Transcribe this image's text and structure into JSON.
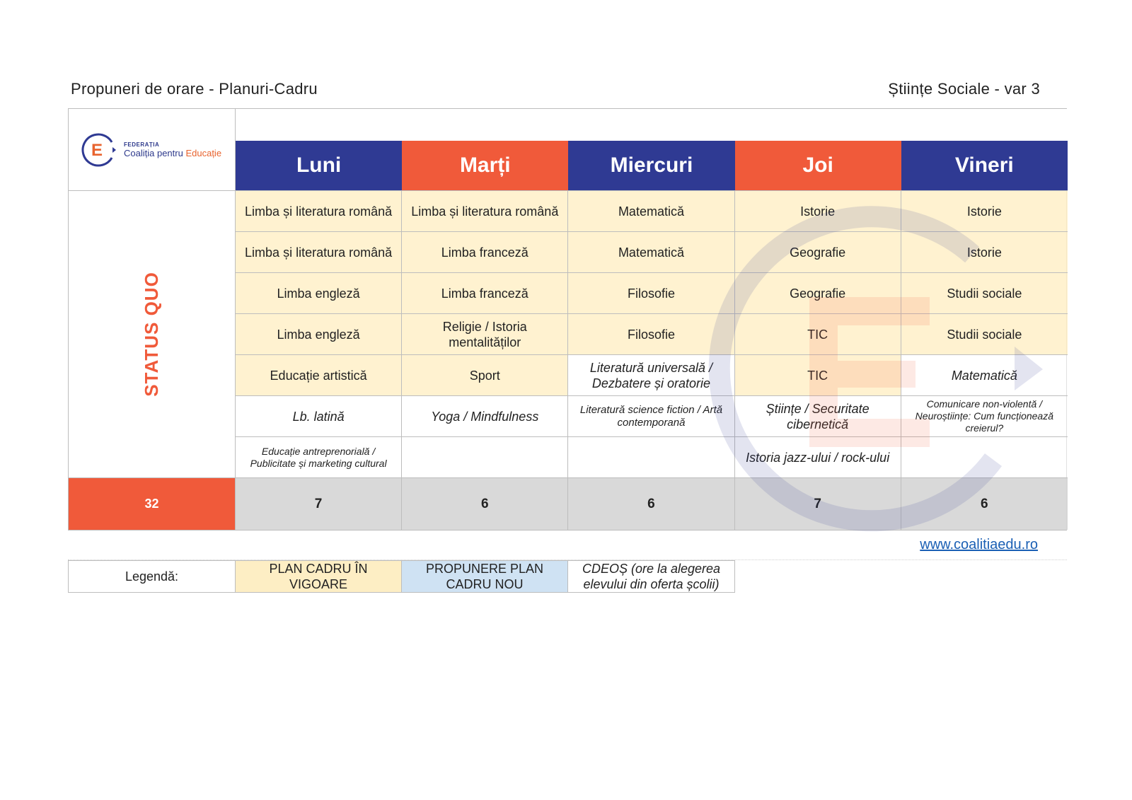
{
  "header": {
    "title": "Propuneri de orare - Planuri-Cadru",
    "variant": "Științe Sociale - var 3"
  },
  "logo": {
    "small": "FEDERAȚIA",
    "main": "Coaliția pentru",
    "accent": "Educație",
    "letter": "E"
  },
  "colors": {
    "blue": "#2f3a93",
    "orange": "#f05a3a",
    "plan_cadru": "#fdeec4",
    "plan_nou": "#cfe2f3",
    "count_bg": "#d6d6d6"
  },
  "side_label": "STATUS QUO",
  "days": [
    "Luni",
    "Marți",
    "Miercuri",
    "Joi",
    "Vineri"
  ],
  "rows": [
    [
      "Limba și literatura română",
      "Limba și literatura română",
      "Matematică",
      "Istorie",
      "Istorie"
    ],
    [
      "Limba și literatura română",
      "Limba franceză",
      "Matematică",
      "Geografie",
      "Istorie"
    ],
    [
      "Limba engleză",
      "Limba franceză",
      "Filosofie",
      "Geografie",
      "Studii sociale"
    ],
    [
      "Limba engleză",
      "Religie / Istoria mentalităților",
      "Filosofie",
      "TIC",
      "Studii sociale"
    ],
    [
      "Educație artistică",
      "Sport",
      "Literatură universală / Dezbatere și oratorie",
      "TIC",
      "Matematică"
    ],
    [
      "Lb. latină",
      "Yoga / Mindfulness",
      "Literatură science fiction / Artă contemporană",
      "Științe / Securitate cibernetică",
      "Comunicare non-violentă / Neuroștiințe: Cum funcționează creierul?"
    ],
    [
      "Educație antreprenorială / Publicitate și marketing cultural",
      "",
      "",
      "Istoria jazz-ului / rock-ului",
      ""
    ]
  ],
  "totals": {
    "overall": "32",
    "per_day": [
      "7",
      "6",
      "6",
      "7",
      "6"
    ]
  },
  "website": "www.coalitiaedu.ro",
  "legend": {
    "label": "Legendă:",
    "plan_cadru": "PLAN CADRU ÎN VIGOARE",
    "plan_nou": "PROPUNERE PLAN CADRU NOU",
    "cdeos": "CDEOȘ (ore la alegerea elevului din oferta școlii)"
  }
}
